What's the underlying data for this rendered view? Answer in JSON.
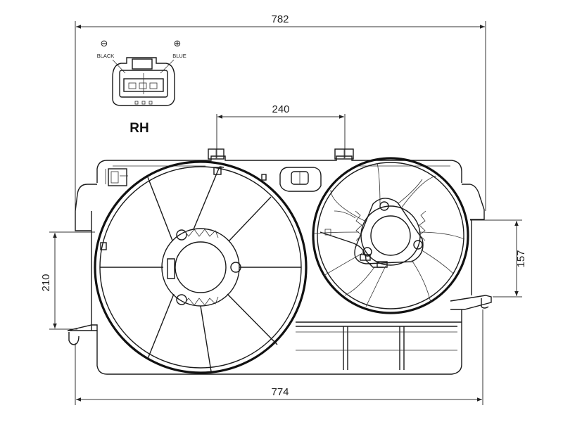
{
  "dimensions": {
    "overall_width_top": "782",
    "center_distance": "240",
    "left_height": "210",
    "right_height": "157",
    "overall_width_bottom": "774"
  },
  "connector": {
    "side_label": "RH",
    "negative_symbol": "⊖",
    "negative_wire": "BLACK",
    "positive_symbol": "⊕",
    "positive_wire": "BLUE"
  }
}
